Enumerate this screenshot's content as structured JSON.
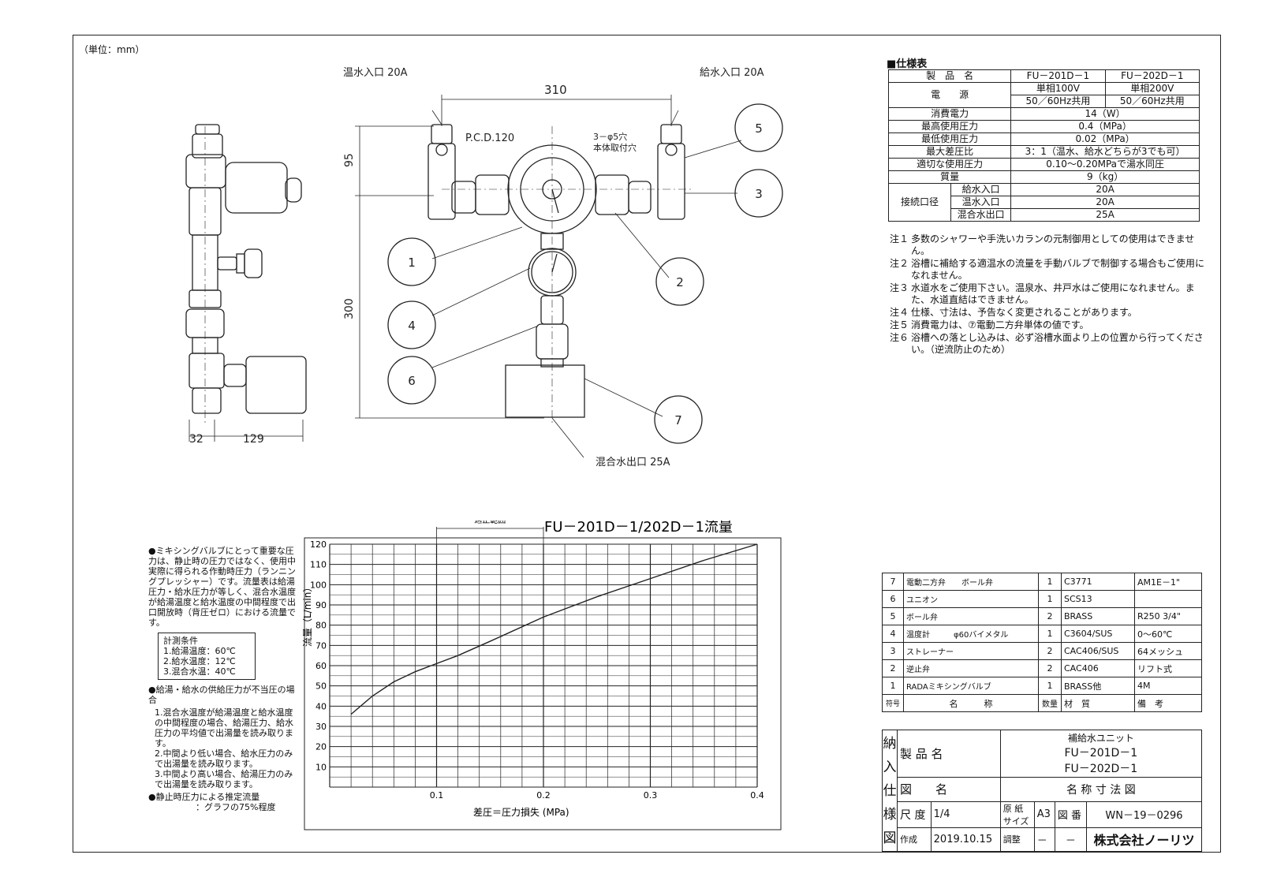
{
  "unit_label": "（単位：mm）",
  "drawing": {
    "hot_inlet": "温水入口 20A",
    "cold_inlet": "給水入口 20A",
    "mixed_outlet": "混合水出口 25A",
    "pcd": "P.C.D.120",
    "holes": "3－φ5穴",
    "holes_sub": "本体取付穴",
    "dim_310": "310",
    "dim_95": "95",
    "dim_300": "300",
    "dim_32": "32",
    "dim_129": "129",
    "callouts": [
      "1",
      "2",
      "3",
      "4",
      "5",
      "6",
      "7"
    ]
  },
  "spec": {
    "heading": "■仕様表",
    "product_label": "製　品　名",
    "models": [
      "FU－201D－1",
      "FU－202D－1"
    ],
    "power_label": "電　　源",
    "power": [
      "単相100V",
      "単相200V"
    ],
    "freq": [
      "50／60Hz共用",
      "50／60Hz共用"
    ],
    "rows": [
      {
        "label": "消費電力",
        "value": "14（W）"
      },
      {
        "label": "最高使用圧力",
        "value": "0.4（MPa）"
      },
      {
        "label": "最低使用圧力",
        "value": "0.02（MPa）"
      },
      {
        "label": "最大差圧比",
        "value": "3：1（温水、給水どちらが3でも可）"
      },
      {
        "label": "適切な使用圧力",
        "value": "0.10～0.20MPaで湯水同圧"
      },
      {
        "label": "質量",
        "value": "9（kg）"
      }
    ],
    "conn_label": "接続口径",
    "conn": [
      {
        "label": "給水入口",
        "value": "20A"
      },
      {
        "label": "温水入口",
        "value": "20A"
      },
      {
        "label": "混合水出口",
        "value": "25A"
      }
    ]
  },
  "notes": [
    {
      "num": "注１",
      "text": "多数のシャワーや手洗いカランの元制御用としての使用はできません。"
    },
    {
      "num": "注２",
      "text": "浴槽に補給する適温水の流量を手動バルブで制御する場合もご使用になれません。"
    },
    {
      "num": "注３",
      "text": "水道水をご使用下さい。温泉水、井戸水はご使用になれません。また、水道直結はできません。"
    },
    {
      "num": "注４",
      "text": "仕様、寸法は、予告なく変更されることがあります。"
    },
    {
      "num": "注５",
      "text": "消費電力は、⑦電動二方弁単体の値です。"
    },
    {
      "num": "注６",
      "text": "浴槽への落とし込みは、必ず浴槽水面より上の位置から行ってください。（逆流防止のため）"
    }
  ],
  "left_notes": {
    "p1": "●ミキシングバルブにとって重要な圧力は、静止時の圧力ではなく、使用中実際に得られる作動時圧力（ランニングプレッシャー）です。流量表は給湯圧力・給水圧力が等しく、混合水温度が給湯温度と給水温度の中間程度で出口開放時（背圧ゼロ）における流量です。",
    "cond_title": "計測条件",
    "cond": [
      "1.給湯温度：60℃",
      "2.給水温度：12℃",
      "3.混合水温：40℃"
    ],
    "p2": "●給湯・給水の供給圧力が不当圧の場合",
    "items": [
      "1.混合水温度が給湯温度と給水温度の中間程度の場合、給湯圧力、給水圧力の平均値で出湯量を読み取ります。",
      "2.中間より低い場合、給水圧力のみで出湯量を読み取ります。",
      "3.中間より高い場合、給湯圧力のみで出湯量を読み取ります。"
    ],
    "p3": "●静止時圧力による推定流量",
    "p3b": "：グラフの75%程度"
  },
  "chart_data": {
    "type": "line",
    "title": "FU－201D－1/202D－1流量",
    "xlabel": "差圧＝圧力損失 (MPa)",
    "ylabel": "流量（L/min）",
    "xlim": [
      0,
      0.4
    ],
    "ylim": [
      0,
      120
    ],
    "xticks": [
      "0.1",
      "0.2",
      "0.3",
      "0.4"
    ],
    "yticks": [
      "10",
      "20",
      "30",
      "40",
      "50",
      "60",
      "70",
      "80",
      "90",
      "100",
      "110",
      "120"
    ],
    "range_label": "適正範囲",
    "range": [
      0.1,
      0.2
    ],
    "grid": true,
    "series": [
      {
        "x": [
          0.02,
          0.04,
          0.06,
          0.08,
          0.1,
          0.12,
          0.15,
          0.2,
          0.25,
          0.3,
          0.35,
          0.4
        ],
        "y": [
          36,
          45,
          52,
          57,
          61,
          65,
          72,
          84,
          94,
          103,
          112,
          120
        ]
      }
    ]
  },
  "parts": {
    "rows": [
      {
        "no": "7",
        "name": "電動二方弁　　ボール弁",
        "qty": "1",
        "mat": "C3771",
        "note": "AM1E－1\""
      },
      {
        "no": "6",
        "name": "ユニオン",
        "qty": "1",
        "mat": "SCS13",
        "note": ""
      },
      {
        "no": "5",
        "name": "ボール弁",
        "qty": "2",
        "mat": "BRASS",
        "note": "R250  3/4\""
      },
      {
        "no": "4",
        "name": "温度計　　　φ60バイメタル",
        "qty": "1",
        "mat": "C3604/SUS",
        "note": "0～60℃"
      },
      {
        "no": "3",
        "name": "ストレーナー",
        "qty": "2",
        "mat": "CAC406/SUS",
        "note": "64メッシュ"
      },
      {
        "no": "2",
        "name": "逆止弁",
        "qty": "2",
        "mat": "CAC406",
        "note": "リフト式"
      },
      {
        "no": "1",
        "name": "RADAミキシングバルブ",
        "qty": "1",
        "mat": "BRASS他",
        "note": "4M"
      }
    ],
    "header": {
      "no": "符号",
      "name": "名　　　称",
      "qty": "数量",
      "mat": "材　質",
      "note": "備　考"
    }
  },
  "titleblock": {
    "side": [
      "納",
      "入",
      "仕",
      "様",
      "図"
    ],
    "product_label": "製 品 名",
    "product_title": "補給水ユニット",
    "product_models": [
      "FU－201D－1",
      "FU－202D－1"
    ],
    "drawing_label": "図　　名",
    "drawing_name": "名 称 寸 法 図",
    "scale_label": "尺 度",
    "scale": "1/4",
    "paper_label": "原 紙サイズ",
    "paper": "A3",
    "no_label": "図 番",
    "no": "WN－19－0296",
    "made_label": "作成",
    "date": "2019.10.15",
    "adj_label": "調整",
    "adj": "－",
    "dash": "－",
    "company": "株式会社ノーリツ"
  }
}
